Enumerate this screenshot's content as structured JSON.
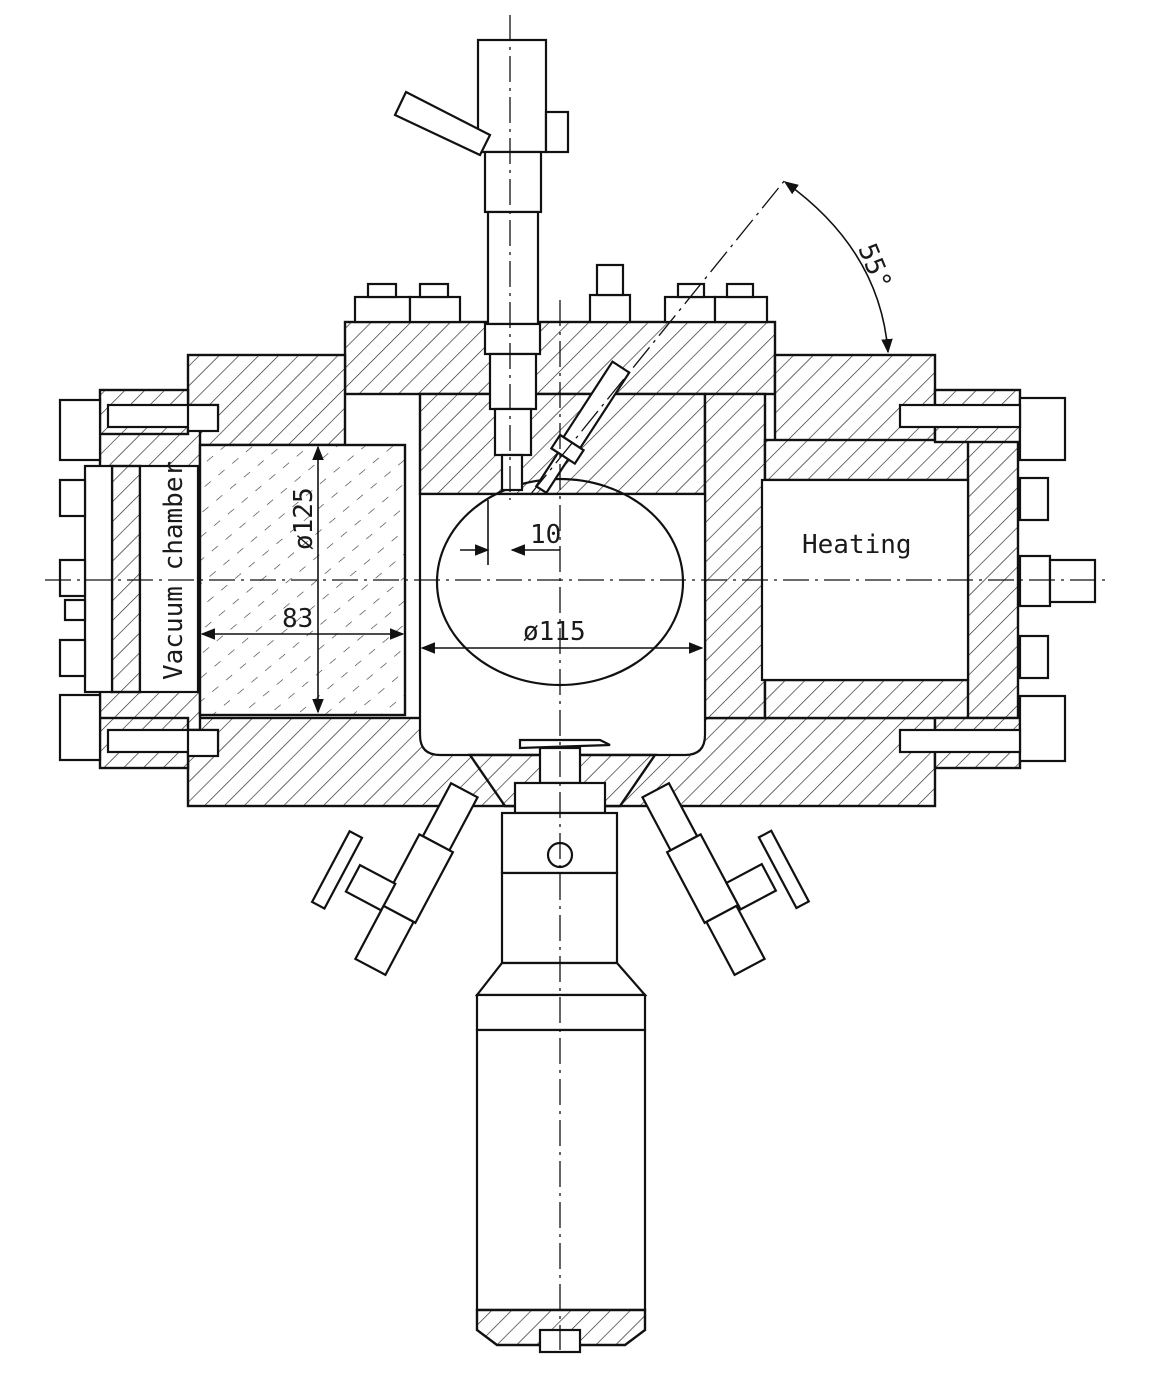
{
  "labels": {
    "vacuum_chamber": "Vacuum chamber",
    "heating": "Heating",
    "angle": "55°",
    "dia_window": "ø125",
    "depth_window": "83",
    "dia_chamber": "ø115",
    "offset": "10"
  },
  "colors": {
    "line": "#111111",
    "background": "#ffffff"
  }
}
